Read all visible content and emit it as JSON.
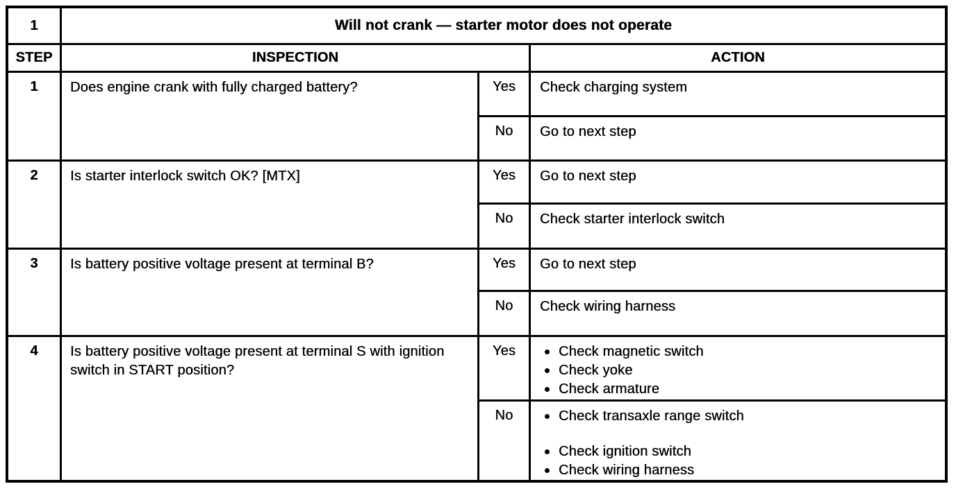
{
  "colors": {
    "ink": "#000000",
    "paper": "#ffffff"
  },
  "table": {
    "number": "1",
    "title": "Will not crank — starter motor does not operate",
    "headers": {
      "step": "STEP",
      "inspection": "INSPECTION",
      "action": "ACTION"
    },
    "steps": [
      {
        "step": "1",
        "question": "Does engine crank with fully charged battery?",
        "yes": {
          "label": "Yes",
          "actions": [
            "Check charging system"
          ]
        },
        "no": {
          "label": "No",
          "actions": [
            "Go to next step"
          ]
        }
      },
      {
        "step": "2",
        "question": "Is starter interlock switch OK? [MTX]",
        "yes": {
          "label": "Yes",
          "actions": [
            "Go to next step"
          ]
        },
        "no": {
          "label": "No",
          "actions": [
            "Check starter interlock switch"
          ]
        }
      },
      {
        "step": "3",
        "question": "Is battery positive voltage present at terminal B?",
        "yes": {
          "label": "Yes",
          "actions": [
            "Go to next step"
          ]
        },
        "no": {
          "label": "No",
          "actions": [
            "Check wiring harness"
          ]
        }
      },
      {
        "step": "4",
        "question": "Is battery positive voltage present at terminal S with ignition switch in START position?",
        "yes": {
          "label": "Yes",
          "bulleted": true,
          "actions": [
            "Check magnetic switch",
            "Check yoke",
            "Check armature"
          ]
        },
        "no": {
          "label": "No",
          "bulleted": true,
          "actions": [
            "Check transaxle range switch",
            "",
            "Check ignition switch",
            "Check wiring harness"
          ]
        }
      }
    ]
  }
}
